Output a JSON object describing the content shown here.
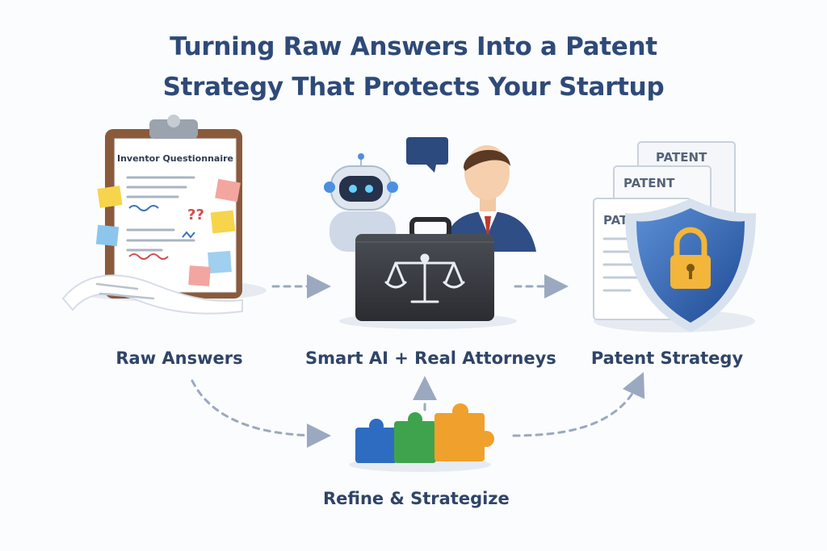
{
  "title": {
    "line1": "Turning Raw Answers Into a Patent",
    "line2": "Strategy That Protects Your Startup"
  },
  "steps": {
    "raw": {
      "label": "Raw Answers",
      "doc_title": "Inventor Questionnaire",
      "marks": "??"
    },
    "ai": {
      "label": "Smart AI + Real Attorneys"
    },
    "strategy": {
      "label": "Patent Strategy",
      "doc_word": "PATENT",
      "doc_word_partial": "PAT"
    },
    "refine": {
      "label": "Refine & Strategize"
    }
  },
  "colors": {
    "title": "#2e4a78",
    "label": "#2f4468",
    "arrow": "#9aa9bf",
    "shield": "#2f5ea8",
    "lock": "#f3b53a",
    "briefcase": "#3b3e44",
    "puzzle_blue": "#2d6cc0",
    "puzzle_green": "#3fa34d",
    "puzzle_orange": "#f0a02c"
  }
}
